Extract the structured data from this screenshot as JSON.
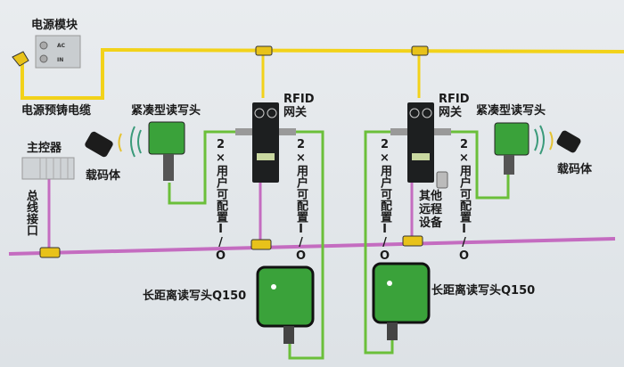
{
  "power_module": {
    "title": "电源模块",
    "port_ac": "AC",
    "port_in": "IN"
  },
  "power_cable": "电源预铸电缆",
  "controller": "主控器",
  "bus_interface": "总线接口",
  "left": {
    "compact_reader": "紧凑型读写头",
    "tag": "载码体",
    "gateway": "RFID\n网关",
    "io_left": "2×用户可配置I/O",
    "io_right": "2×用户可配置I/O",
    "long_reader": "长距离读写头Q150"
  },
  "right": {
    "compact_reader": "紧凑型读写头",
    "tag": "载码体",
    "gateway": "RFID\n网关",
    "io_left": "2×用户可配置I/O",
    "io_right": "2×用户可配置I/O",
    "other_device": "其他远程设备",
    "long_reader": "长距离读写头Q150"
  },
  "colors": {
    "power": "#f2d21a",
    "bus": "#c46cc0",
    "io": "#6bbf3a",
    "device_green": "#3aa23a"
  }
}
